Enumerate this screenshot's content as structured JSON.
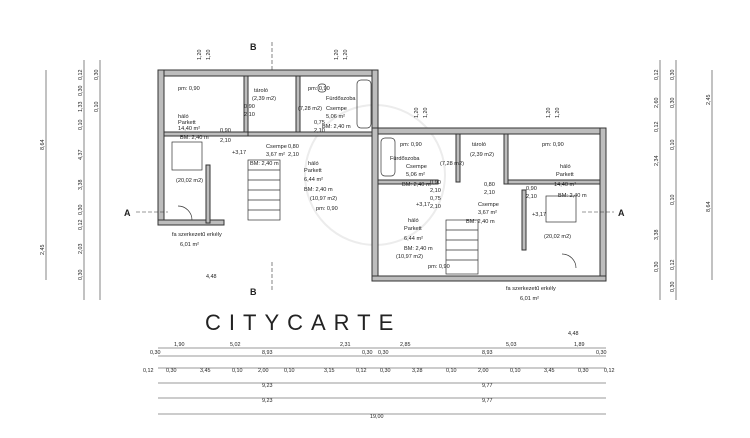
{
  "sections": {
    "a": "A",
    "b": "B"
  },
  "watermark": "CITYCARTE",
  "left_unit": {
    "rooms": [
      {
        "id": "l-halo",
        "lines": [
          "háló",
          "Parkett",
          "14,40 m²",
          "BM: 2,40 m"
        ]
      },
      {
        "id": "l-tarolo",
        "lines": [
          "tároló",
          "(2,39 m2)"
        ]
      },
      {
        "id": "l-furdo",
        "lines": [
          "Fürdőszoba",
          "(7,28 m2)",
          "Csempe",
          "5,06 m²",
          "BM: 2,40 m"
        ]
      },
      {
        "id": "l-csempe",
        "lines": [
          "Csempe",
          "3,67 m²",
          "BM: 2,40 m"
        ]
      },
      {
        "id": "l-halo2",
        "lines": [
          "háló",
          "Parkett",
          "6,44 m²",
          "BM: 2,40 m",
          "(10,97 m2)"
        ]
      },
      {
        "id": "l-extra",
        "lines": [
          "(20,02 m2)"
        ]
      },
      {
        "id": "l-erkely",
        "lines": [
          "fa szerkezetű erkély",
          "6,01 m²"
        ]
      }
    ],
    "tags": [
      "pm: 0,90",
      "pm: 0,90",
      "pm: 0,90",
      "+3,17",
      "0,90",
      "2,10",
      "0,75",
      "2,10",
      "0,80",
      "2,10",
      "0,90",
      "2,10",
      "4,48"
    ]
  },
  "right_unit": {
    "rooms": [
      {
        "id": "r-furdo",
        "lines": [
          "Fürdőszoba",
          "(7,28 m2)",
          "Csempe",
          "5,06 m²",
          "BM: 2,40 m"
        ]
      },
      {
        "id": "r-tarolo",
        "lines": [
          "tároló",
          "(2,39 m2)"
        ]
      },
      {
        "id": "r-halo",
        "lines": [
          "háló",
          "Parkett",
          "14,40 m²",
          "BM: 2,40 m"
        ]
      },
      {
        "id": "r-csempe",
        "lines": [
          "Csempe",
          "3,67 m²",
          "BM: 2,40 m"
        ]
      },
      {
        "id": "r-halo2",
        "lines": [
          "háló",
          "Parkett",
          "6,44 m²",
          "BM: 2,40 m",
          "(10,97 m2)"
        ]
      },
      {
        "id": "r-extra",
        "lines": [
          "(20,02 m2)"
        ]
      },
      {
        "id": "r-erkely",
        "lines": [
          "fa szerkezetű erkély",
          "6,01 m²"
        ]
      }
    ],
    "tags": [
      "pm: 0,90",
      "pm: 0,90",
      "pm: 0,90",
      "+3,17",
      "+3,17",
      "0,90",
      "2,10",
      "0,75",
      "2,10",
      "0,80",
      "2,10",
      "0,90",
      "2,10",
      "4,48"
    ]
  },
  "top_dims": [
    "1,20",
    "1,20",
    "1,20",
    "1,20",
    "1,20",
    "1,20",
    "1,20",
    "1,20"
  ],
  "vertical_dims": {
    "left_outer": [
      "8,64",
      "2,45"
    ],
    "left_inner": [
      "0,12",
      "0,30",
      "1,33",
      "0,30",
      "0,10",
      "4,37",
      "0,10",
      "3,38",
      "0,30",
      "0,12",
      "2,03",
      "0,30"
    ],
    "right_outer": [
      "2,45",
      "8,64"
    ],
    "right_inner": [
      "0,12",
      "0,30",
      "2,60",
      "0,30",
      "0,12",
      "0,10",
      "2,34",
      "0,10",
      "3,38",
      "0,30",
      "0,12",
      "0,30"
    ]
  },
  "bottom_dims": {
    "row1": [
      "1,90",
      "5,02",
      "2,31",
      "2,85",
      "5,03",
      "1,89"
    ],
    "row2": [
      "0,30",
      "8,93",
      "0,30",
      "0,30",
      "8,93",
      "0,30"
    ],
    "row3": [
      "0,12",
      "0,30",
      "3,45",
      "0,10",
      "2,00",
      "0,10",
      "3,15",
      "0,12",
      "0,30",
      "3,28",
      "0,10",
      "2,00",
      "0,10",
      "3,45",
      "0,30",
      "0,12"
    ],
    "row4": [
      "9,23",
      "9,77"
    ],
    "row5": [
      "9,23",
      "9,77"
    ],
    "total": "19,00"
  }
}
